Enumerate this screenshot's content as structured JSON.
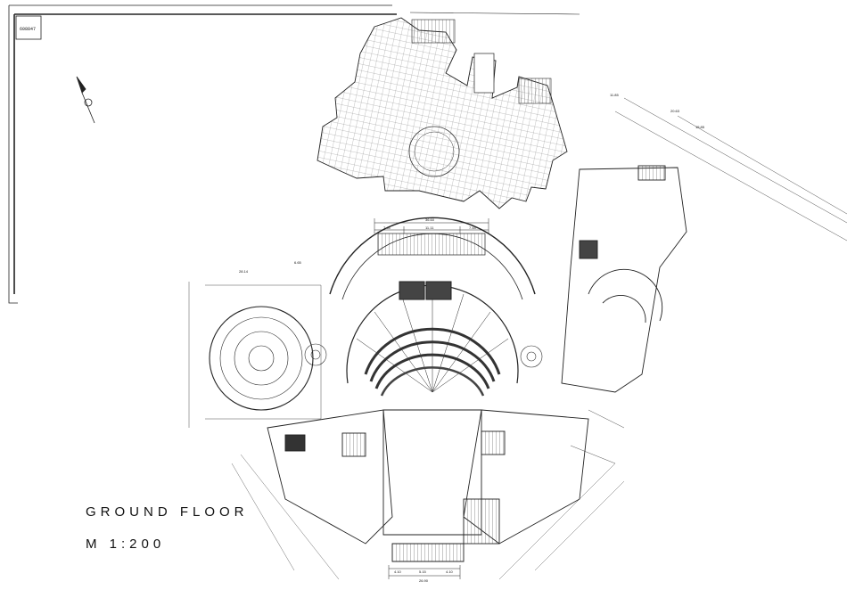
{
  "sheet": {
    "code": "608847",
    "title": "GROUND FLOOR",
    "scale": "M 1:200"
  },
  "dimensions": {
    "top_overall": "36.60",
    "top_segments": [
      "7.44",
      "11.11",
      "7.44"
    ],
    "bottom_overall": "26.90",
    "bottom_segments": [
      "4.10",
      "5.15",
      "4.10"
    ],
    "left_wing": [
      "28.14",
      "6.65"
    ],
    "right_wing": [
      "11.85",
      "20.63",
      "15.85"
    ]
  },
  "colors": {
    "line": "#222222",
    "hatch": "#555555",
    "fill_dark": "#333333"
  }
}
